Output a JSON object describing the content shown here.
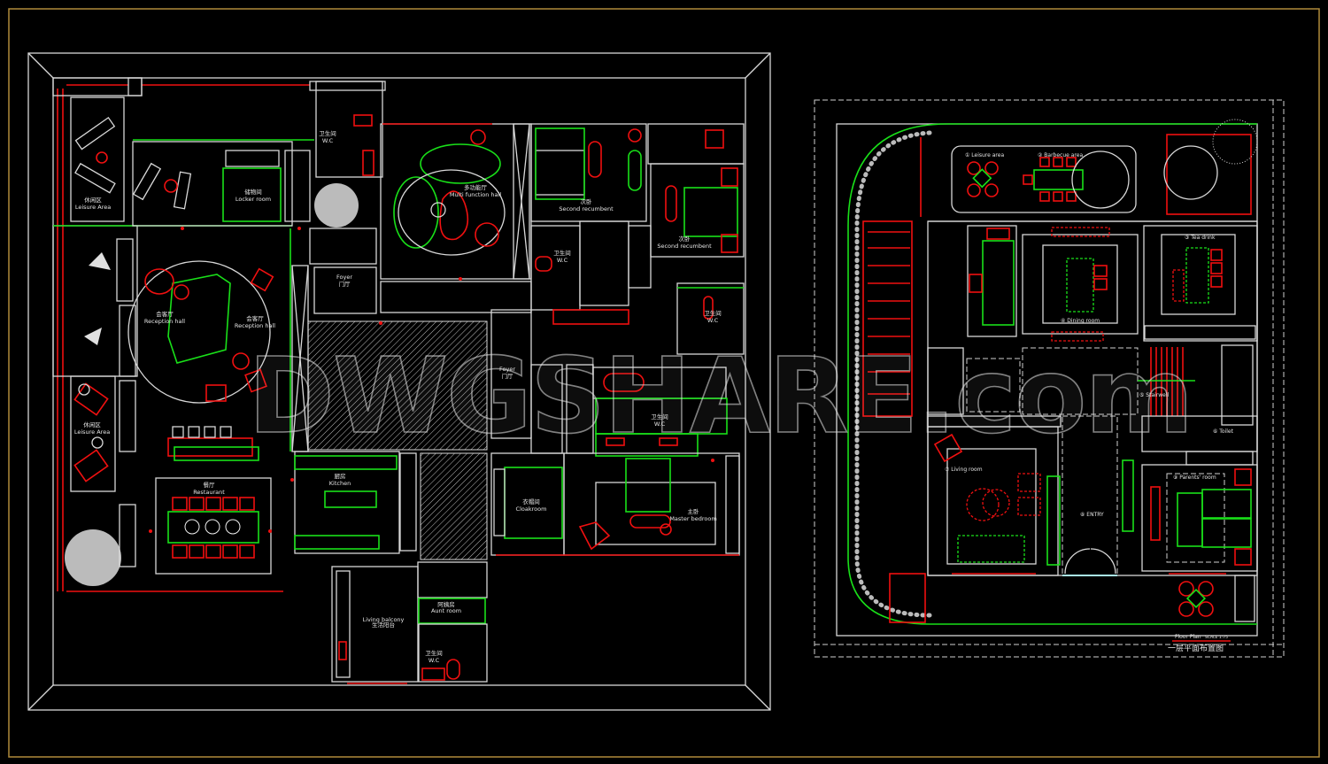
{
  "colors": {
    "background": "#000000",
    "wall": "#d8d8d8",
    "partition": "#19e019",
    "furniture": "#f01010",
    "frame": "#b08a3a"
  },
  "watermark": {
    "text": "DWGSHARE.com"
  },
  "left_plan": {
    "rooms": [
      {
        "cn": "休闲区",
        "en": "Leisure Area"
      },
      {
        "cn": "储物间",
        "en": "Locker room"
      },
      {
        "cn": "卫生间",
        "en": "W.C"
      },
      {
        "cn": "多功能厅",
        "en": "Multi function hall"
      },
      {
        "cn": "次卧",
        "en": "Second recumbent"
      },
      {
        "cn": "次卧",
        "en": "Second recumbent"
      },
      {
        "cn": "卫生间",
        "en": "W.C"
      },
      {
        "cn": "卫生间",
        "en": "W.C"
      },
      {
        "cn": "门厅",
        "en": "Foyer"
      },
      {
        "cn": "会客厅",
        "en": "Reception hall"
      },
      {
        "cn": "会客厅",
        "en": "Reception hall"
      },
      {
        "cn": "门厅",
        "en": "Foyer"
      },
      {
        "cn": "卫生间",
        "en": "W.C"
      },
      {
        "cn": "休闲区",
        "en": "Leisure Area"
      },
      {
        "cn": "餐厅",
        "en": "Restaurant"
      },
      {
        "cn": "厨房",
        "en": "Kitchen"
      },
      {
        "cn": "衣帽间",
        "en": "Cloakroom"
      },
      {
        "cn": "主卧",
        "en": "Master bedroom"
      },
      {
        "cn": "生活阳台",
        "en": "Living balcony"
      },
      {
        "cn": "阿姨房",
        "en": "Aunt room"
      },
      {
        "cn": "卫生间",
        "en": "W.C"
      }
    ]
  },
  "right_plan": {
    "rooms": [
      {
        "label": "① Leisure area"
      },
      {
        "label": "② Barbecue area"
      },
      {
        "label": "③ Tea drink"
      },
      {
        "label": "④ Dining room"
      },
      {
        "label": "⑤ Stairwell"
      },
      {
        "label": "⑥ Toilet"
      },
      {
        "label": "⑦ Living room"
      },
      {
        "label": "⑧ ENTRY"
      },
      {
        "label": "⑨ Parents' room"
      }
    ],
    "title_block": {
      "title": "Floor Plan",
      "scale": "SCALE 1:75",
      "title_cn": "一层平面布置图"
    }
  }
}
